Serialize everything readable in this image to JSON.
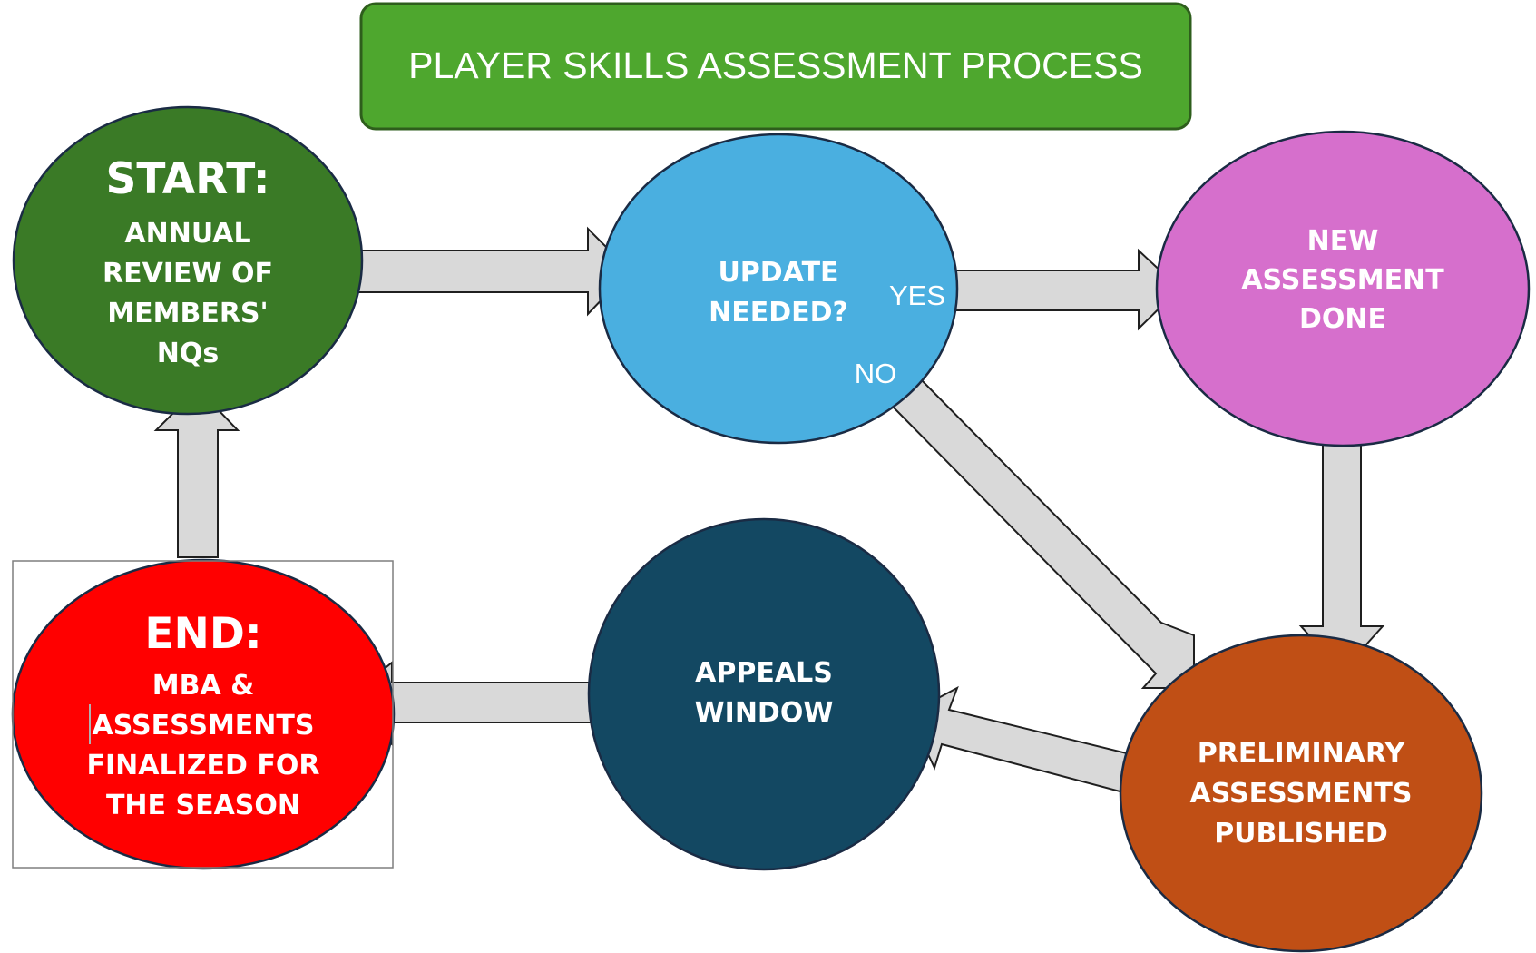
{
  "title": "PLAYER SKILLS ASSESSMENT PROCESS",
  "colors": {
    "title_bg": "#4ea72e",
    "start": "#3a7a26",
    "update": "#4aafe0",
    "new_assessment": "#d66fcc",
    "preliminary": "#c04f15",
    "appeals": "#134862",
    "end": "#ff0000",
    "arrow": "#d9d9d9"
  },
  "nodes": {
    "start": {
      "head": "START:",
      "lines": [
        "ANNUAL",
        "REVIEW OF",
        "MEMBERS'",
        "NQs"
      ]
    },
    "update": {
      "lines": [
        "UPDATE",
        "NEEDED?"
      ]
    },
    "new_assessment": {
      "lines": [
        "NEW",
        "ASSESSMENT",
        "DONE"
      ]
    },
    "preliminary": {
      "lines": [
        "PRELIMINARY",
        "ASSESSMENTS",
        "PUBLISHED"
      ]
    },
    "appeals": {
      "lines": [
        "APPEALS",
        "WINDOW"
      ]
    },
    "end": {
      "head": "END:",
      "lines": [
        "MBA &",
        "ASSESSMENTS",
        "FINALIZED FOR",
        "THE SEASON"
      ]
    }
  },
  "edge_labels": {
    "yes": "YES",
    "no": "NO"
  }
}
